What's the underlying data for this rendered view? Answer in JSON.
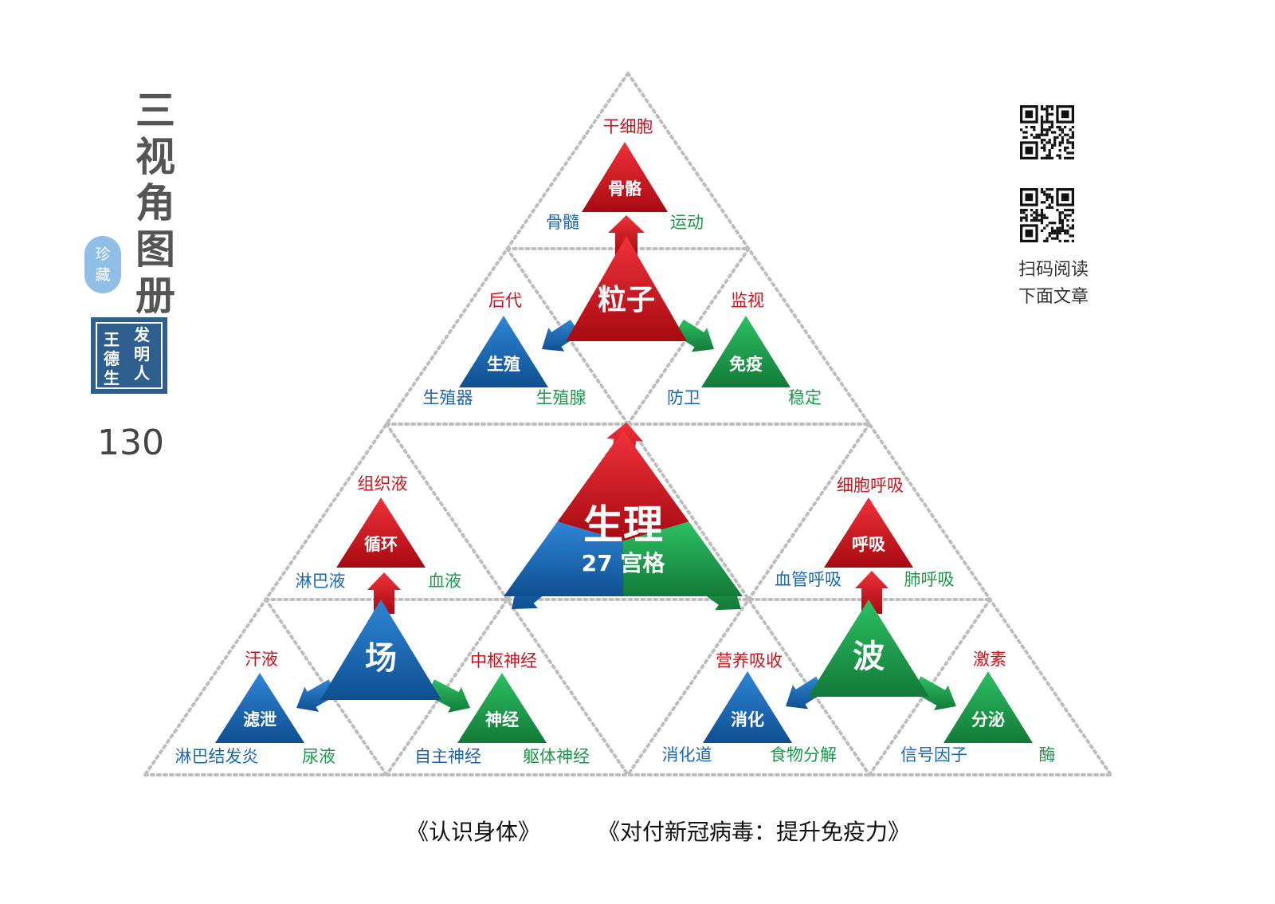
{
  "header": {
    "title_chars": [
      "三",
      "视",
      "角",
      "图",
      "册"
    ],
    "collection_chars": [
      "珍",
      "藏"
    ],
    "seal_left": [
      "王",
      "德",
      "生"
    ],
    "seal_right": [
      "发",
      "明",
      "人"
    ],
    "page_number": "130"
  },
  "qr": {
    "caption_lines": [
      "扫码阅读",
      "下面文章"
    ]
  },
  "captions": [
    "《认识身体》",
    "《对付新冠病毒：提升免疫力》"
  ],
  "colors": {
    "red": "#d0121b",
    "blue": "#1a68b5",
    "green": "#1a9a4a",
    "dots": "#bdbdbd"
  },
  "diagram": {
    "center": {
      "title": "生理",
      "subtitle": "27 宫格"
    },
    "groups": [
      {
        "title": "粒子",
        "color": "red",
        "subs": [
          {
            "label": "骨骼",
            "color": "red",
            "top": "干细胞",
            "left": "骨髓",
            "right": "运动"
          },
          {
            "label": "生殖",
            "color": "blue",
            "top": "后代",
            "left": "生殖器",
            "right": "生殖腺"
          },
          {
            "label": "免疫",
            "color": "green",
            "top": "监视",
            "left": "防卫",
            "right": "稳定"
          }
        ]
      },
      {
        "title": "场",
        "color": "blue",
        "subs": [
          {
            "label": "循环",
            "color": "red",
            "top": "组织液",
            "left": "淋巴液",
            "right": "血液"
          },
          {
            "label": "滤泄",
            "color": "blue",
            "top": "汗液",
            "left": "淋巴结发炎",
            "right": "尿液"
          },
          {
            "label": "神经",
            "color": "green",
            "top": "中枢神经",
            "left": "自主神经",
            "right": "躯体神经"
          }
        ]
      },
      {
        "title": "波",
        "color": "green",
        "subs": [
          {
            "label": "呼吸",
            "color": "red",
            "top": "细胞呼吸",
            "left": "血管呼吸",
            "right": "肺呼吸"
          },
          {
            "label": "消化",
            "color": "blue",
            "top": "营养吸收",
            "left": "消化道",
            "right": "食物分解"
          },
          {
            "label": "分泌",
            "color": "green",
            "top": "激素",
            "left": "信号因子",
            "right": "酶"
          }
        ]
      }
    ]
  }
}
